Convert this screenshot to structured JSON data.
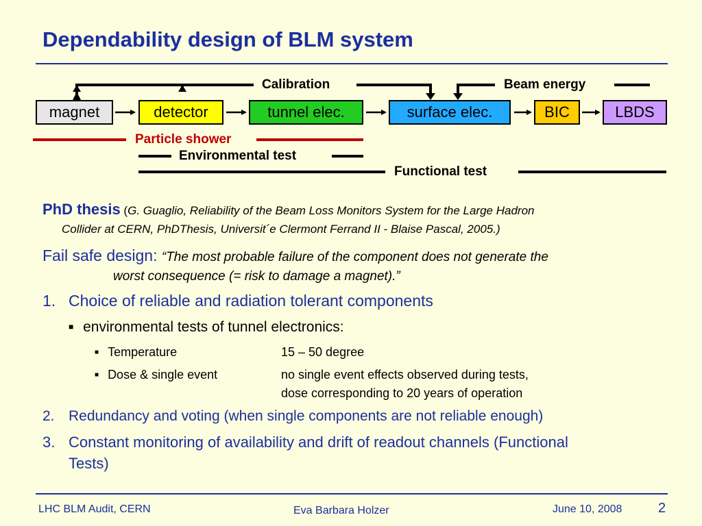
{
  "slide": {
    "title": "Dependability design of BLM system",
    "page_number": "2"
  },
  "diagram": {
    "boxes": {
      "magnet": "magnet",
      "detector": "detector",
      "tunnel": "tunnel elec.",
      "surface": "surface elec.",
      "bic": "BIC",
      "lbds": "LBDS"
    },
    "labels": {
      "calibration": "Calibration",
      "beam_energy": "Beam energy",
      "particle_shower": "Particle shower",
      "environmental_test": "Environmental test",
      "functional_test": "Functional test"
    },
    "colors": {
      "magnet": "#e6e6e6",
      "detector": "#ffff00",
      "tunnel": "#22cc22",
      "surface": "#22aaff",
      "bic": "#ffcc00",
      "lbds": "#cc99ff",
      "particle_shower": "#c00000"
    }
  },
  "content": {
    "phd_heading": "PhD thesis",
    "phd_paren_open": " (",
    "phd_citation_1": "G. Guaglio, Reliability of the Beam Loss Monitors System for the Large Hadron",
    "phd_citation_2": "Collider at CERN, PhDThesis, Universit´e Clermont Ferrand II - Blaise Pascal, 2005.)",
    "failsafe_label": "Fail safe design:",
    "failsafe_quote_1": "“The most probable failure of the component does not generate the",
    "failsafe_quote_2": "worst consequence (= risk to damage a magnet).”",
    "item1_num": "1.",
    "item1_text": "Choice of reliable and radiation tolerant components",
    "sub1": "environmental tests of tunnel electronics:",
    "temp_label": "Temperature",
    "temp_value": "15 – 50 degree",
    "dose_label": "Dose & single event",
    "dose_value_1": "no single event effects observed during tests,",
    "dose_value_2": "dose corresponding to 20 years of operation",
    "item2_num": "2.",
    "item2_text": "Redundancy and voting (when single components are not reliable enough)",
    "item3_num": "3.",
    "item3_text_1": "Constant monitoring of availability and drift of readout channels (Functional",
    "item3_text_2": "Tests)"
  },
  "footer": {
    "left": "LHC BLM Audit, CERN",
    "center": "Eva Barbara Holzer",
    "date": "June 10, 2008"
  }
}
